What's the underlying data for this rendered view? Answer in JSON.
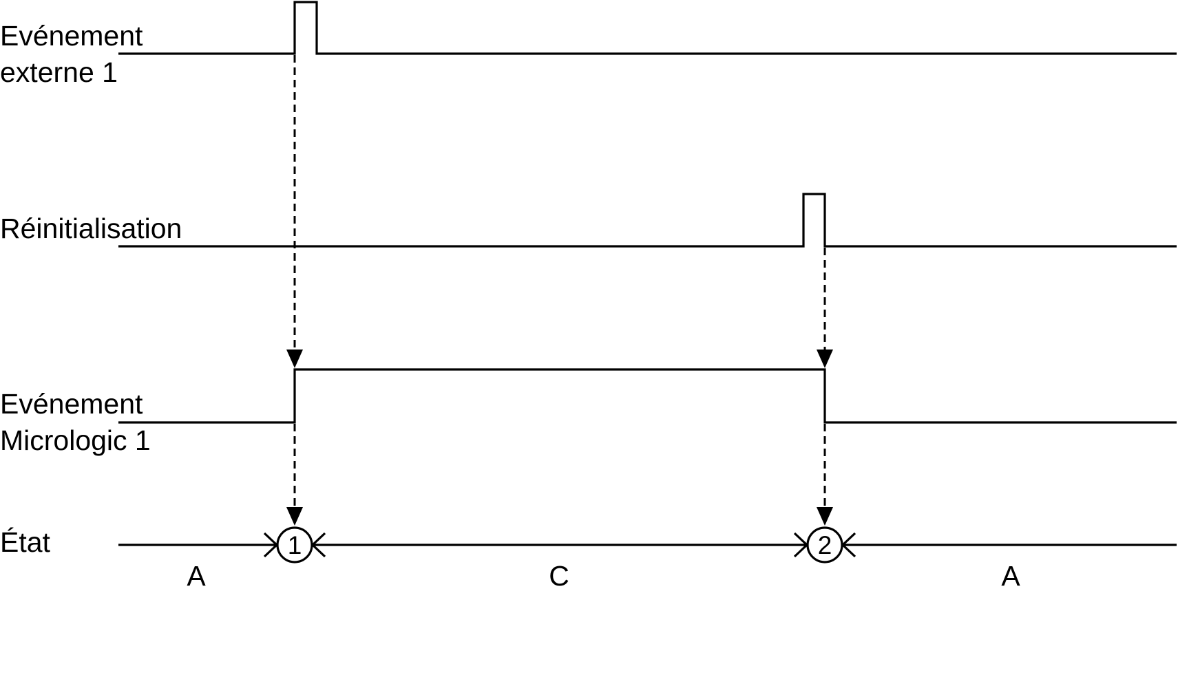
{
  "signals": [
    {
      "id": "external",
      "label_line1": "Evénement",
      "label_line2": "externe 1"
    },
    {
      "id": "reset",
      "label_line1": "Réinitialisation"
    },
    {
      "id": "micrologic",
      "label_line1": "Evénement",
      "label_line2": "Micrologic 1"
    }
  ],
  "state_row": {
    "label": "État",
    "markers": [
      "1",
      "2"
    ],
    "segments": [
      "A",
      "C",
      "A"
    ]
  },
  "colors": {
    "ink": "#000000",
    "background": "#ffffff"
  }
}
